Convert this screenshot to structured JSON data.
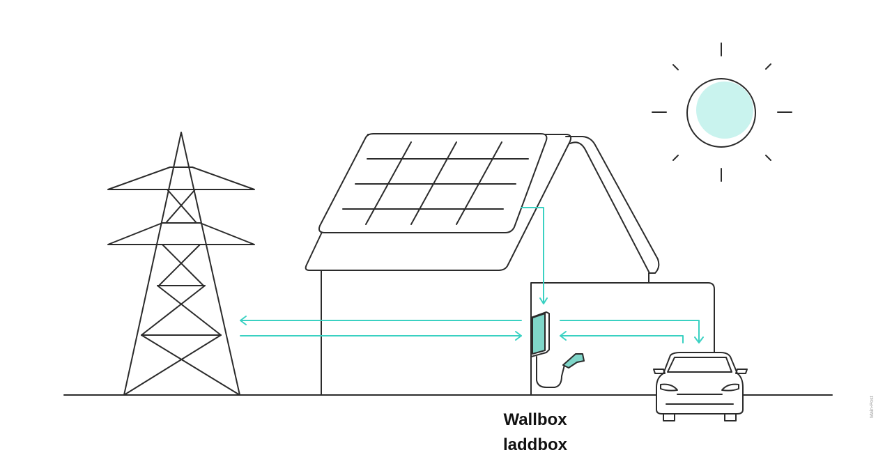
{
  "labels": {
    "line1": "Wallbox",
    "line2": "laddbox"
  },
  "credit": "Main-Post",
  "colors": {
    "flow": "#3ad1c2",
    "sun_fill": "#c9f3ee",
    "device_fill": "#7fd6c9",
    "stroke": "#2b2b2b"
  },
  "icons": [
    "pylon-icon",
    "house-icon",
    "solar-panel-icon",
    "sun-icon",
    "wallbox-icon",
    "charging-plug-icon",
    "car-icon"
  ]
}
